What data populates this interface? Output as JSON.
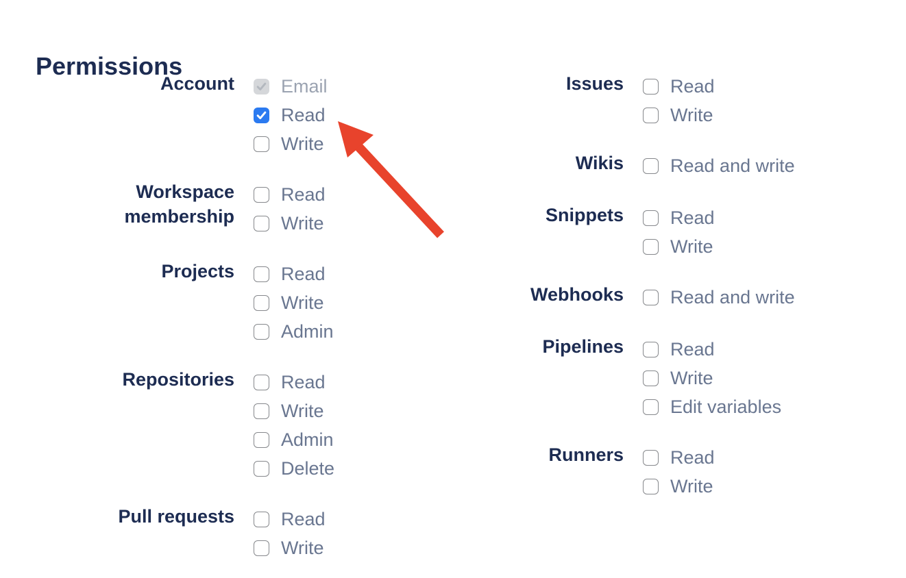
{
  "title": "Permissions",
  "colors": {
    "heading_navy": "#1d2c52",
    "option_label": "#697690",
    "disabled_option_label": "#9ba3b1",
    "checkbox_border": "#86888c",
    "checkbox_checked_bg": "#2b7af0",
    "checkbox_disabled_bg": "#d5d7da",
    "checkbox_disabled_check": "#b3b8bf",
    "arrow": "#e8432c"
  },
  "columns": {
    "left": [
      {
        "label": "Account",
        "options": [
          {
            "label": "Email",
            "state": "checked-disabled"
          },
          {
            "label": "Read",
            "state": "checked"
          },
          {
            "label": "Write",
            "state": "unchecked"
          }
        ]
      },
      {
        "label": "Workspace membership",
        "options": [
          {
            "label": "Read",
            "state": "unchecked"
          },
          {
            "label": "Write",
            "state": "unchecked"
          }
        ]
      },
      {
        "label": "Projects",
        "options": [
          {
            "label": "Read",
            "state": "unchecked"
          },
          {
            "label": "Write",
            "state": "unchecked"
          },
          {
            "label": "Admin",
            "state": "unchecked"
          }
        ]
      },
      {
        "label": "Repositories",
        "options": [
          {
            "label": "Read",
            "state": "unchecked"
          },
          {
            "label": "Write",
            "state": "unchecked"
          },
          {
            "label": "Admin",
            "state": "unchecked"
          },
          {
            "label": "Delete",
            "state": "unchecked"
          }
        ]
      },
      {
        "label": "Pull requests",
        "options": [
          {
            "label": "Read",
            "state": "unchecked"
          },
          {
            "label": "Write",
            "state": "unchecked"
          }
        ]
      }
    ],
    "right": [
      {
        "label": "Issues",
        "options": [
          {
            "label": "Read",
            "state": "unchecked"
          },
          {
            "label": "Write",
            "state": "unchecked"
          }
        ]
      },
      {
        "label": "Wikis",
        "options": [
          {
            "label": "Read and write",
            "state": "unchecked"
          }
        ]
      },
      {
        "label": "Snippets",
        "options": [
          {
            "label": "Read",
            "state": "unchecked"
          },
          {
            "label": "Write",
            "state": "unchecked"
          }
        ]
      },
      {
        "label": "Webhooks",
        "options": [
          {
            "label": "Read and write",
            "state": "unchecked"
          }
        ]
      },
      {
        "label": "Pipelines",
        "options": [
          {
            "label": "Read",
            "state": "unchecked"
          },
          {
            "label": "Write",
            "state": "unchecked"
          },
          {
            "label": "Edit variables",
            "state": "unchecked"
          }
        ]
      },
      {
        "label": "Runners",
        "options": [
          {
            "label": "Read",
            "state": "unchecked"
          },
          {
            "label": "Write",
            "state": "unchecked"
          }
        ]
      }
    ]
  },
  "annotation": {
    "type": "arrow",
    "points_at": "checkbox-account-read",
    "color": "#e8432c"
  }
}
